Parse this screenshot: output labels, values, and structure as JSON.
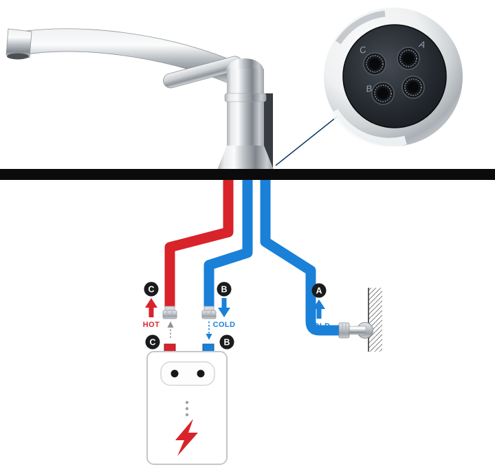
{
  "colors": {
    "hot": "#d8232a",
    "cold": "#1a80d8",
    "badge": "#1a1b1d",
    "countertop": "#0b0b0c"
  },
  "inset": {
    "hole_labels": {
      "c": "C",
      "a": "A",
      "b": "B"
    }
  },
  "callouts": {
    "c": {
      "badge": "C",
      "label": "HOT"
    },
    "b": {
      "badge": "B",
      "label": "COLD"
    },
    "a": {
      "badge": "A",
      "label": "COLD"
    }
  },
  "boiler": {
    "port_c": "C",
    "port_b": "B"
  }
}
